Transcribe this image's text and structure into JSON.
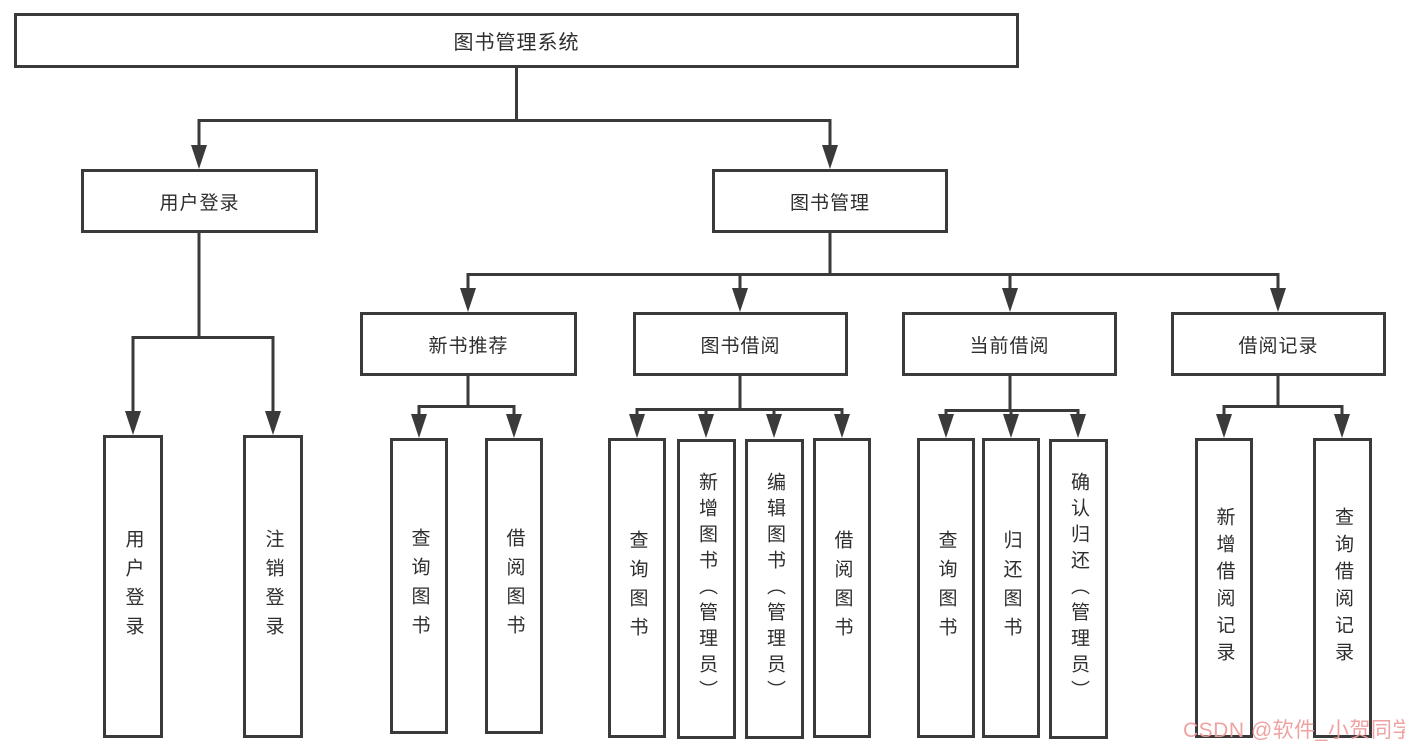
{
  "diagram": {
    "type": "hierarchy-tree",
    "tree": {
      "label": "图书管理系统",
      "children": [
        {
          "label": "用户登录",
          "children": [
            {
              "label": "用户登录"
            },
            {
              "label": "注销登录"
            }
          ]
        },
        {
          "label": "图书管理",
          "children": [
            {
              "label": "新书推荐",
              "children": [
                {
                  "label": "查询图书"
                },
                {
                  "label": "借阅图书"
                }
              ]
            },
            {
              "label": "图书借阅",
              "children": [
                {
                  "label": "查询图书"
                },
                {
                  "label": "新增图书（管理员）"
                },
                {
                  "label": "编辑图书（管理员）"
                },
                {
                  "label": "借阅图书"
                }
              ]
            },
            {
              "label": "当前借阅",
              "children": [
                {
                  "label": "查询图书"
                },
                {
                  "label": "归还图书"
                },
                {
                  "label": "确认归还（管理员）"
                }
              ]
            },
            {
              "label": "借阅记录",
              "children": [
                {
                  "label": "新增借阅记录"
                },
                {
                  "label": "查询借阅记录"
                }
              ]
            }
          ]
        }
      ]
    }
  },
  "watermark": {
    "text": "CSDN @软件_小贺同学",
    "color": "#ee9d9d"
  },
  "colors": {
    "line": "#3a3a3a",
    "box_border": "#3a3a3a",
    "box_fill": "#ffffff",
    "text": "#2e2e2e",
    "background": "#ffffff"
  }
}
